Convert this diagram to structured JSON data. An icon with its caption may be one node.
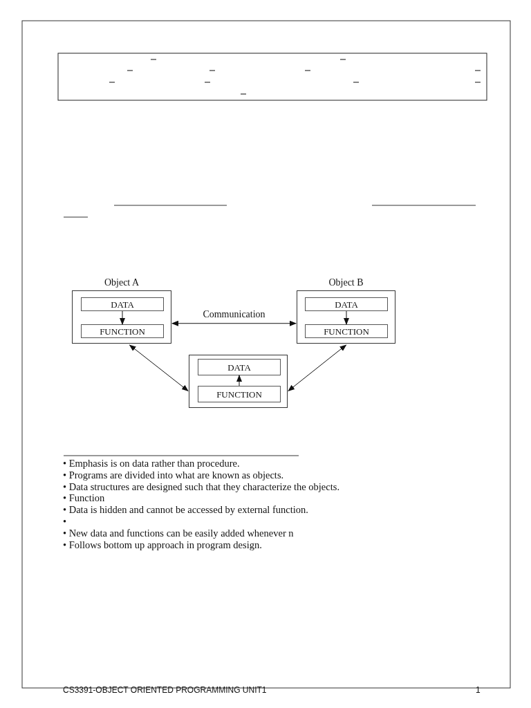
{
  "diagram": {
    "nodes": [
      {
        "text": [
          "Object A"
        ]
      },
      {
        "text": [
          "DATA"
        ],
        "in": 0
      },
      {
        "text": [
          "FUNCTION"
        ],
        "in": 0
      },
      {
        "text": [
          "Object B"
        ]
      },
      {
        "text": [
          "DATA"
        ],
        "in": 3
      },
      {
        "text": [
          "FUNCTION"
        ],
        "in": 3
      },
      {
        "text": [],
        "shape": "box"
      },
      {
        "text": [
          "DATA"
        ],
        "in": 6
      },
      {
        "text": [
          "FUNCTION"
        ],
        "in": 6
      }
    ],
    "edges": [
      {
        "from": 1,
        "to": 2,
        "arrow": "to"
      },
      {
        "from": 4,
        "to": 5,
        "arrow": "to"
      },
      {
        "from": 8,
        "to": 7,
        "arrow": "to"
      },
      {
        "from": 0,
        "to": 3,
        "arrow": "both",
        "label": "Communication"
      },
      {
        "from": 0,
        "to": 6,
        "arrow": "both"
      },
      {
        "from": 3,
        "to": 6,
        "arrow": "both"
      }
    ],
    "labels": [
      "• Emphasis is on data rather than procedure.",
      "• Programs are divided into what are known as objects.",
      "• Data structures are designed such that they characterize the objects.",
      "• Function",
      "• Data is hidden and cannot be accessed by external function.",
      "•",
      "• New data and functions can be easily added whenever n",
      "• Follows bottom up approach in program design.",
      "CS3391-OBJECT ORIENTED PROGRAMMING UNIT1",
      "1"
    ]
  }
}
